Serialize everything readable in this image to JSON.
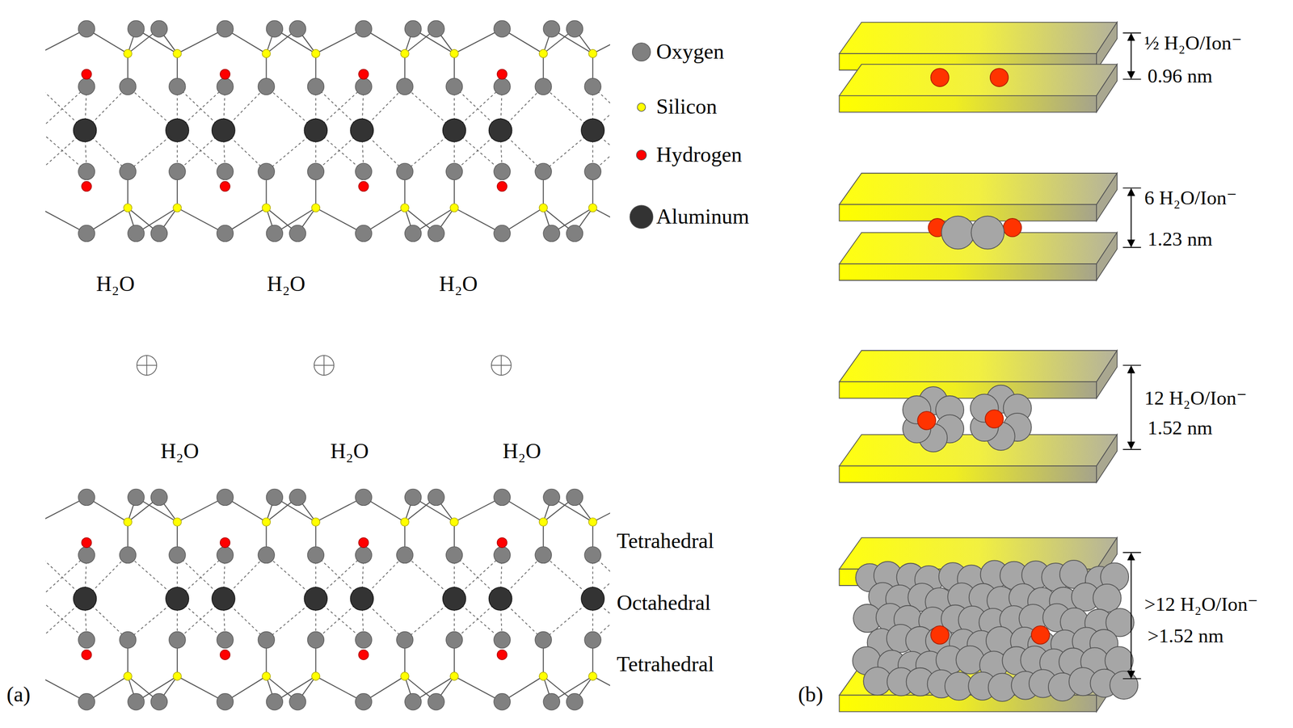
{
  "diagram": {
    "labels": [
      "H₂O",
      "H₂O",
      "H₂O",
      "H₂O",
      "H₂O",
      "H₂O",
      "Tetrahedral",
      "Octahedral",
      "Tetrahedral",
      "(a)",
      "½ H₂O/Ion⁻",
      "0.96 nm",
      "6 H₂O/Ion⁻",
      "1.23 nm",
      "12 H₂O/Ion⁻",
      "1.52 nm",
      ">12 H₂O/Ion⁻",
      ">1.52 nm",
      "(b)"
    ],
    "legend": [
      {
        "text": "Oxygen",
        "color": "#808080"
      },
      {
        "text": "Silicon",
        "color": "#ffff00"
      },
      {
        "text": "Hydrogen",
        "color": "#ff0000"
      },
      {
        "text": "Aluminum",
        "color": "#333333"
      }
    ]
  }
}
